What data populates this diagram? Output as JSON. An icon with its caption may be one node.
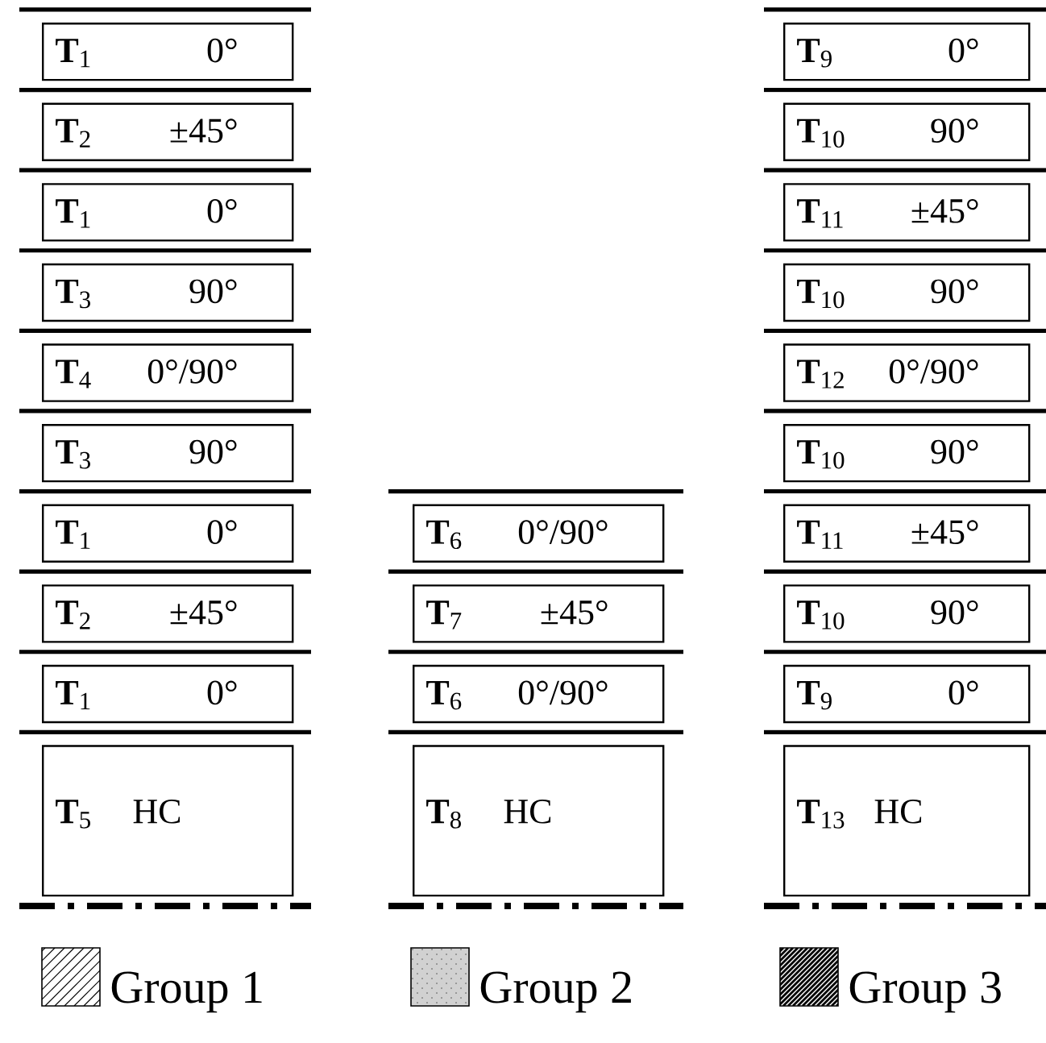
{
  "diagram": {
    "nodes": [
      {
        "text": [
          "**T**$_{1}$",
          "0°"
        ]
      },
      {
        "text": [
          "**T**$_{2}$",
          "±45°"
        ]
      },
      {
        "text": [
          "**T**$_{1}$",
          "0°"
        ]
      },
      {
        "text": [
          "**T**$_{3}$",
          "90°"
        ]
      },
      {
        "text": [
          "**T**$_{4}$",
          "0°/90°"
        ]
      },
      {
        "text": [
          "**T**$_{3}$",
          "90°"
        ]
      },
      {
        "text": [
          "**T**$_{1}$",
          "0°"
        ]
      },
      {
        "text": [
          "**T**$_{2}$",
          "±45°"
        ]
      },
      {
        "text": [
          "**T**$_{1}$",
          "0°"
        ]
      },
      {
        "text": [
          "**T**$_{5}$",
          "HC"
        ]
      },
      {
        "text": [
          "**T**$_{6}$",
          "0°/90°"
        ]
      },
      {
        "text": [
          "**T**$_{7}$",
          "±45°"
        ]
      },
      {
        "text": [
          "**T**$_{6}$",
          "0°/90°"
        ]
      },
      {
        "text": [
          "**T**$_{8}$",
          "HC"
        ]
      },
      {
        "text": [
          "**T**$_{9}$",
          "0°"
        ]
      },
      {
        "text": [
          "**T**$_{10}$",
          "90°"
        ]
      },
      {
        "text": [
          "**T**$_{11}$",
          "±45°"
        ]
      },
      {
        "text": [
          "**T**$_{10}$",
          "90°"
        ]
      },
      {
        "text": [
          "**T**$_{12}$",
          "0°/90°"
        ]
      },
      {
        "text": [
          "**T**$_{10}$",
          "90°"
        ]
      },
      {
        "text": [
          "**T**$_{11}$",
          "±45°"
        ]
      },
      {
        "text": [
          "**T**$_{10}$",
          "90°"
        ]
      },
      {
        "text": [
          "**T**$_{9}$",
          "0°"
        ]
      },
      {
        "text": [
          "**T**$_{13}$",
          "HC"
        ]
      }
    ],
    "legend": [
      {
        "text": "Group 1"
      },
      {
        "text": "Group 2"
      },
      {
        "text": "Group 3"
      }
    ]
  }
}
